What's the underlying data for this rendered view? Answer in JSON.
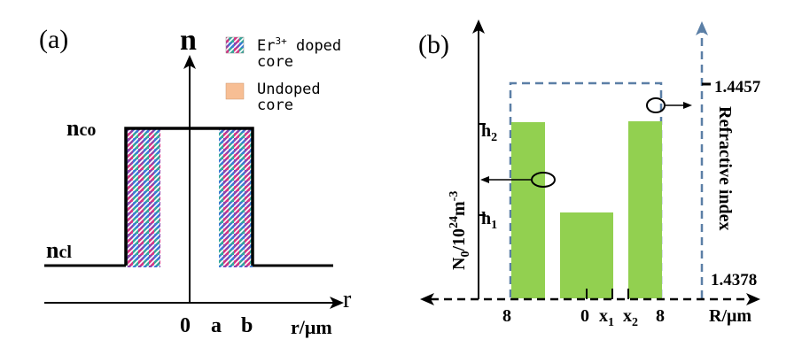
{
  "panel_a": {
    "label": "(a)",
    "y_axis_label": "n",
    "x_axis_label": "r",
    "unit_label": "r/μm",
    "n_co_label": "n",
    "n_co_sub": "co",
    "n_cl_label": "n",
    "n_cl_sub": "cl",
    "tick_0": "0",
    "tick_a": "a",
    "tick_b": "b",
    "legend": {
      "doped_line1_base": "Er",
      "doped_line1_sup": "3+",
      "doped_line1_rest": " doped",
      "doped_line2": "core",
      "undoped_line1": "Undoped",
      "undoped_line2": "core",
      "undoped_color": "#f7be94"
    },
    "pattern_colors": [
      "#8e44ad",
      "#3a7bd5",
      "#d63384",
      "#34a89b"
    ]
  },
  "panel_b": {
    "label": "(b)",
    "y_left_label_base": "N",
    "y_left_label_sub": "0",
    "y_left_label_mid": "/10",
    "y_left_label_sup1": "24",
    "y_left_label_mid2": "m",
    "y_left_label_sup2": "-3",
    "h2": "h",
    "h2_sub": "2",
    "h1": "h",
    "h1_sub": "1",
    "right_axis_label": "Refractive index",
    "ri_top": "1.4457",
    "ri_bottom": "1.4378",
    "x_axis_label": "R/μm",
    "tick_left_8": "8",
    "tick_0": "0",
    "tick_x1": "x",
    "tick_x1_sub": "1",
    "tick_x2": "x",
    "tick_x2_sub": "2",
    "tick_right_8": "8",
    "bar_color": "#92d050",
    "dashed_color": "#5b7fa6"
  }
}
